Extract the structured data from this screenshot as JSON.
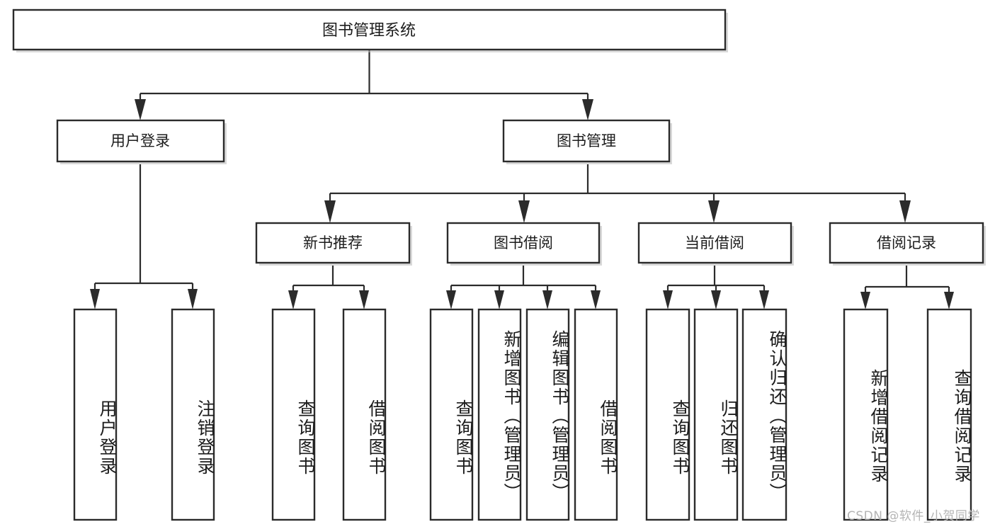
{
  "diagram": {
    "title": "图书管理系统",
    "type": "tree",
    "watermark": "CSDN @软件_小贺同学",
    "colors": {
      "box_fill": "#ffffff",
      "box_stroke": "#2b2b2b",
      "connector": "#2b2b2b",
      "text": "#1c1c1c",
      "watermark": "#b4b4b4",
      "background": "#ffffff"
    },
    "root": {
      "label": "图书管理系统",
      "orientation": "horizontal"
    },
    "level2": [
      {
        "label": "用户登录",
        "orientation": "horizontal"
      },
      {
        "label": "图书管理",
        "orientation": "horizontal"
      }
    ],
    "level3": [
      {
        "label": "新书推荐",
        "orientation": "horizontal",
        "parent": "图书管理"
      },
      {
        "label": "图书借阅",
        "orientation": "horizontal",
        "parent": "图书管理"
      },
      {
        "label": "当前借阅",
        "orientation": "horizontal",
        "parent": "图书管理"
      },
      {
        "label": "借阅记录",
        "orientation": "horizontal",
        "parent": "图书管理"
      }
    ],
    "leaves": {
      "user_login": [
        {
          "label": "用户登录",
          "orientation": "vertical"
        },
        {
          "label": "注销登录",
          "orientation": "vertical"
        }
      ],
      "new_book": [
        {
          "label": "查询图书",
          "orientation": "vertical"
        },
        {
          "label": "借阅图书",
          "orientation": "vertical"
        }
      ],
      "borrow_book": [
        {
          "label": "查询图书",
          "orientation": "vertical"
        },
        {
          "label": "新增图书（管理员）",
          "orientation": "vertical"
        },
        {
          "label": "编辑图书（管理员）",
          "orientation": "vertical"
        },
        {
          "label": "借阅图书",
          "orientation": "vertical"
        }
      ],
      "current_borrow": [
        {
          "label": "查询图书",
          "orientation": "vertical"
        },
        {
          "label": "归还图书",
          "orientation": "vertical"
        },
        {
          "label": "确认归还（管理员）",
          "orientation": "vertical"
        }
      ],
      "borrow_record": [
        {
          "label": "新增借阅记录",
          "orientation": "vertical"
        },
        {
          "label": "查询借阅记录",
          "orientation": "vertical"
        }
      ]
    }
  }
}
